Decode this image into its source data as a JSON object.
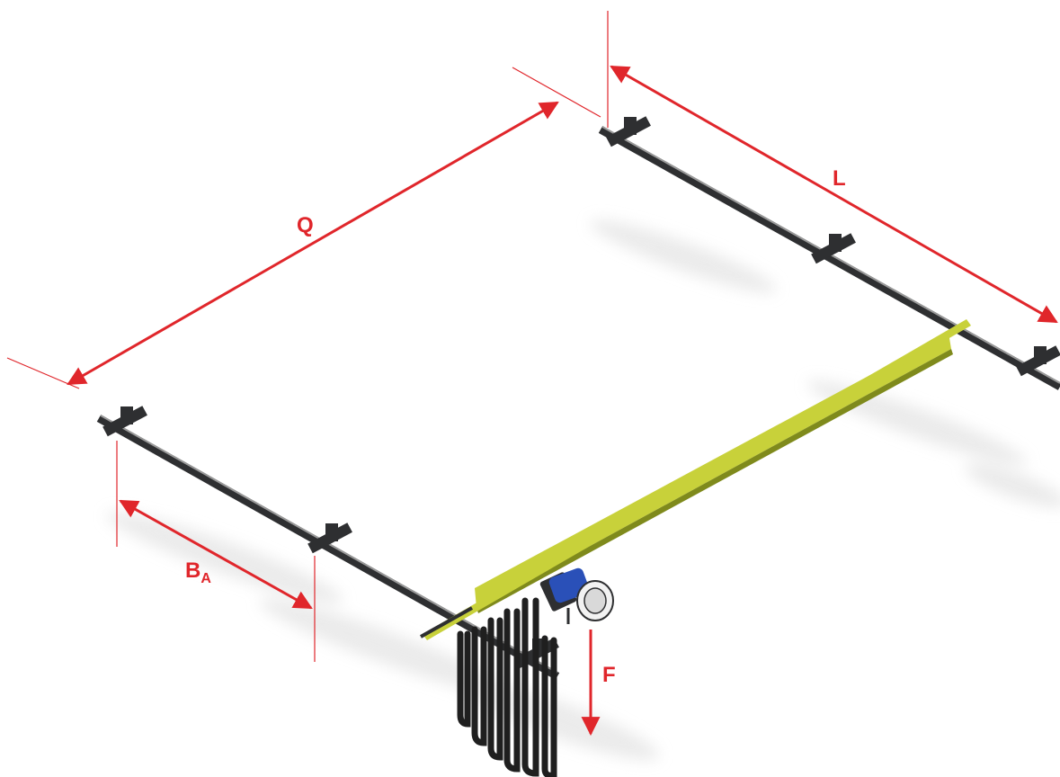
{
  "diagram": {
    "colors": {
      "dimension": "#e0262b",
      "rail": "#2e2f31",
      "rail_highlight": "#9a9a9a",
      "bridge": "#c8d13a",
      "bridge_dark": "#7f8a1c",
      "hoist": "#2a50b8",
      "shadow": "#e6e6e6",
      "cable": "#1f1f1f"
    },
    "labels": {
      "q": "Q",
      "l": "L",
      "ba_main": "B",
      "ba_sub": "A",
      "f": "F"
    }
  }
}
